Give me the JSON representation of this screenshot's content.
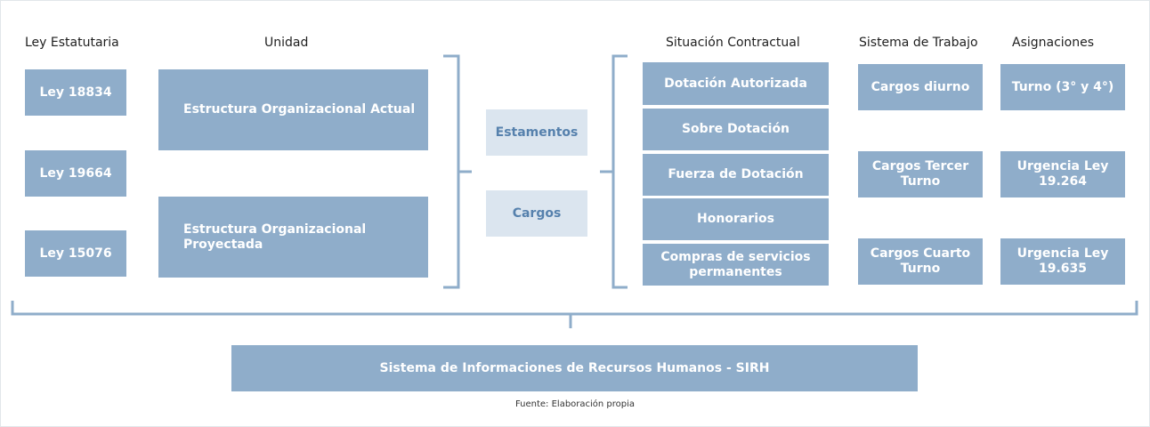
{
  "headers": {
    "ley": "Ley Estatutaria",
    "unidad": "Unidad",
    "situacion": "Situación Contractual",
    "sistema": "Sistema de Trabajo",
    "asignaciones": "Asignaciones"
  },
  "leyes": [
    "Ley 18834",
    "Ley 19664",
    "Ley 15076"
  ],
  "unidades": [
    "Estructura Organizacional Actual",
    "Estructura Organizacional Proyectada"
  ],
  "middle": [
    "Estamentos",
    "Cargos"
  ],
  "situacion": [
    "Dotación  Autorizada",
    "Sobre Dotación",
    "Fuerza de Dotación",
    "Honorarios",
    "Compras de servicios permanentes"
  ],
  "sistema": [
    "Cargos diurno",
    "Cargos Tercer Turno",
    "Cargos Cuarto Turno"
  ],
  "asignaciones": [
    "Turno (3° y 4°)",
    "Urgencia Ley 19.264",
    "Urgencia Ley 19.635"
  ],
  "sirh": "Sistema de Informaciones de Recursos Humanos - SIRH",
  "source": "Fuente:  Elaboración propia",
  "colors": {
    "box": "#8fadca",
    "light_box": "#dbe5ef",
    "light_text": "#5681ad",
    "bracket": "#8fadca"
  }
}
